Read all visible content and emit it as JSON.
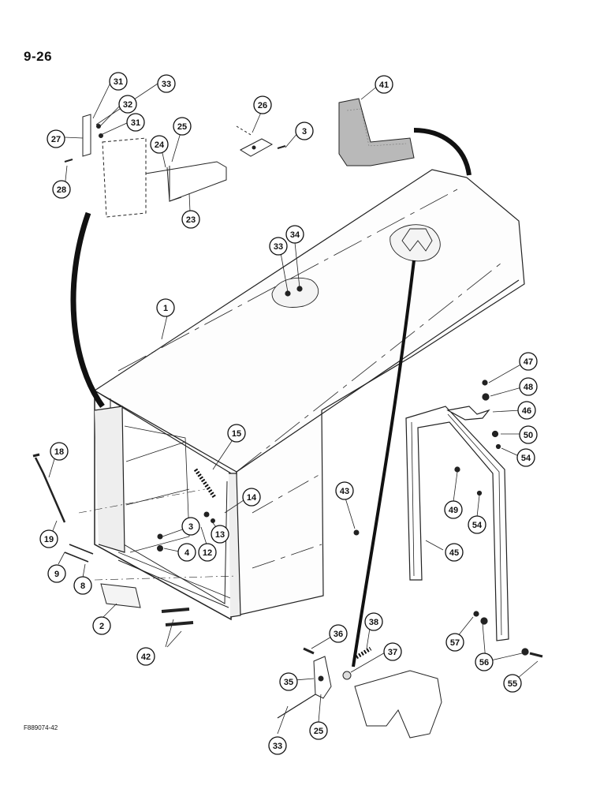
{
  "page": {
    "page_number": "9-26",
    "figure_id": "F889074-42"
  },
  "callouts": [
    "31",
    "33",
    "32",
    "31",
    "27",
    "28",
    "26",
    "3",
    "25",
    "24",
    "23",
    "41",
    "33",
    "34",
    "1",
    "15",
    "14",
    "13",
    "12",
    "3",
    "4",
    "18",
    "19",
    "9",
    "8",
    "2",
    "42",
    "43",
    "47",
    "48",
    "46",
    "50",
    "54",
    "49",
    "54",
    "45",
    "36",
    "38",
    "37",
    "35",
    "25",
    "33",
    "57",
    "56",
    "55"
  ]
}
